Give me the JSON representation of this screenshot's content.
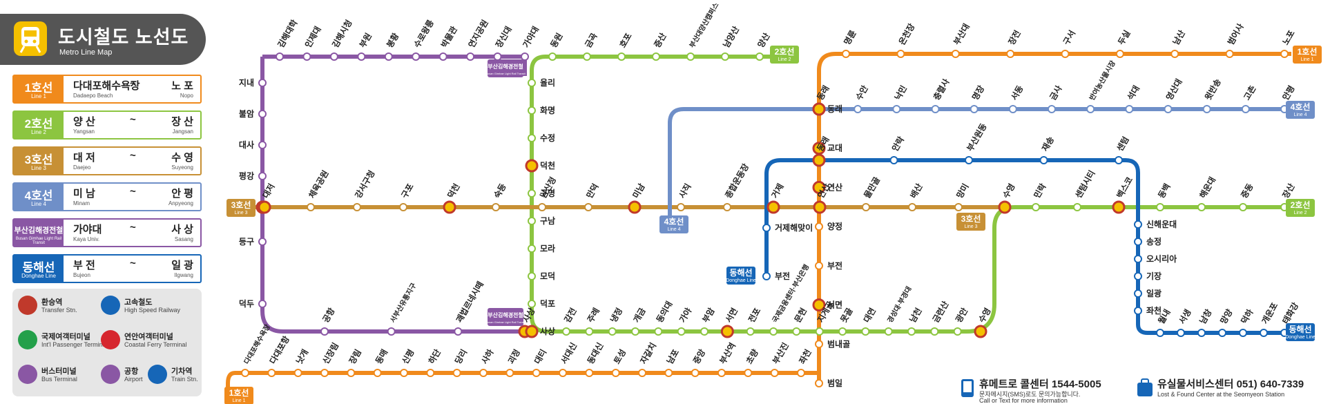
{
  "title": {
    "korean": "도시철도 노선도",
    "english": "Metro Line Map"
  },
  "colors": {
    "line1": "#f08a1c",
    "line2": "#8cc540",
    "line3": "#c79035",
    "line4": "#6f8fc8",
    "bgl": "#8a57a4",
    "donghae": "#1666b7",
    "grey": "#555555"
  },
  "legend": [
    {
      "tag": "1호선",
      "tag_en": "Line 1",
      "from": "다대포해수욕장",
      "from_en": "Dadaepo Beach",
      "to": "노 포",
      "to_en": "Nopo"
    },
    {
      "tag": "2호선",
      "tag_en": "Line 2",
      "from": "양 산",
      "from_en": "Yangsan",
      "to": "장 산",
      "to_en": "Jangsan"
    },
    {
      "tag": "3호선",
      "tag_en": "Line 3",
      "from": "대 저",
      "from_en": "Daejeo",
      "to": "수 영",
      "to_en": "Suyeong"
    },
    {
      "tag": "4호선",
      "tag_en": "Line 4",
      "from": "미 남",
      "from_en": "Minam",
      "to": "안 평",
      "to_en": "Anpyeong"
    },
    {
      "tag": "부산김해경전철",
      "tag_en": "Busan Gimhae Light Rail Transit",
      "from": "가야대",
      "from_en": "Kaya Univ.",
      "to": "사 상",
      "to_en": "Sasang"
    },
    {
      "tag": "동해선",
      "tag_en": "Donghae Line",
      "from": "부 전",
      "from_en": "Bujeon",
      "to": "일 광",
      "to_en": "Ilgwang"
    }
  ],
  "symbols": [
    {
      "label": "환승역",
      "label_en": "Transfer Stn.",
      "icon": "transfer-icon"
    },
    {
      "label": "고속철도",
      "label_en": "High Speed Railway",
      "icon": "ktx-srt-icon"
    },
    {
      "label": "국제여객터미널",
      "label_en": "Int'l Passenger Terminal",
      "icon": "ship-icon"
    },
    {
      "label": "연안여객터미널",
      "label_en": "Coastal Ferry Terminal",
      "icon": "ferry-icon"
    },
    {
      "label": "버스터미널",
      "label_en": "Bus Terminal",
      "icon": "bus-icon"
    },
    {
      "label": "공항",
      "label_en": "Airport",
      "icon": "airplane-icon"
    },
    {
      "label": "기차역",
      "label_en": "Train Stn.",
      "icon": "train-icon"
    }
  ],
  "line_tags": {
    "line3_west": {
      "ko": "3호선",
      "en": "Line 3"
    },
    "line2_top": {
      "ko": "2호선",
      "en": "Line 2"
    },
    "line1_top": {
      "ko": "1호선",
      "en": "Line 1"
    },
    "line4_east": {
      "ko": "4호선",
      "en": "Line 4"
    },
    "line2_east": {
      "ko": "2호선",
      "en": "Line 2"
    },
    "line4_mid": {
      "ko": "4호선",
      "en": "Line 4"
    },
    "line3_mid": {
      "ko": "3호선",
      "en": "Line 3"
    },
    "donghae_mid": {
      "ko": "동해선",
      "en": "Donghae Line"
    },
    "donghae_end": {
      "ko": "동해선",
      "en": "Donghae Line"
    },
    "line1_bottom": {
      "ko": "1호선",
      "en": "Line 1"
    },
    "bgl_1": {
      "ko": "부산김해경전철",
      "en": "Busan Gimhae Light Rail Transit"
    },
    "bgl_2": {
      "ko": "부산김해경전철",
      "en": "Busan Gimhae Light Rail Transit"
    }
  },
  "stations": {
    "bgl": [
      "김해대학",
      "인제대",
      "김해시청",
      "부원",
      "봉황",
      "수로왕릉",
      "박물관",
      "연지공원",
      "장신대",
      "가야대",
      "지내",
      "불암",
      "대사",
      "평강",
      "대저",
      "등구",
      "덕두",
      "공항",
      "서부산유통지구",
      "괘법르네시떼",
      "사상"
    ],
    "line1_top": [
      "명륜",
      "온천장",
      "부산대",
      "장전",
      "구서",
      "두실",
      "남산",
      "범어사",
      "노포"
    ],
    "line1_vertical": [
      "동래",
      "교대",
      "연산",
      "양정",
      "부전",
      "서면",
      "범내골",
      "범일"
    ],
    "line1_bottom": [
      "다대포해수욕장",
      "다대포항",
      "낫개",
      "신장림",
      "장림",
      "동매",
      "신평",
      "하단",
      "당리",
      "사하",
      "괴정",
      "대티",
      "서대신",
      "동대신",
      "토성",
      "자갈치",
      "남포",
      "중앙",
      "부산역",
      "초량",
      "부산진",
      "좌천"
    ],
    "line2_upper": [
      "동원",
      "금곡",
      "호포",
      "증산",
      "부산대양산캠퍼스",
      "남양산",
      "양산"
    ],
    "line2_west": [
      "율리",
      "화명",
      "수정",
      "덕천",
      "구명",
      "구남",
      "모라",
      "모덕",
      "덕포",
      "사상"
    ],
    "line2_bottom": [
      "감전",
      "주례",
      "냉정",
      "개금",
      "동의대",
      "가야",
      "부암",
      "서면",
      "전포",
      "국제금융센터·부산은행",
      "문현",
      "지게골",
      "못골",
      "대연",
      "경성대·부경대",
      "남천",
      "금련산",
      "광안",
      "수영"
    ],
    "line2_east": [
      "민락",
      "센텀시티",
      "벡스코",
      "동백",
      "해운대",
      "중동",
      "장산"
    ],
    "line3": [
      "대저",
      "체육공원",
      "강서구청",
      "구포",
      "덕천",
      "숙등",
      "남산정",
      "만덕",
      "미남",
      "사직",
      "종합운동장",
      "거제",
      "연산",
      "물만골",
      "배산",
      "망미",
      "수영"
    ],
    "line4": [
      "동래",
      "수안",
      "낙민",
      "충렬사",
      "명장",
      "서동",
      "금사",
      "반여농산물시장",
      "석대",
      "영산대",
      "윗반송",
      "고촌",
      "안평"
    ],
    "donghae_upper": [
      "동래",
      "안락",
      "부산원동",
      "재송",
      "센텀"
    ],
    "donghae_vertical": [
      "거제해맞이",
      "부전"
    ],
    "donghae_branch": [
      "신해운대",
      "송정",
      "오시리아",
      "기장",
      "일광",
      "좌천"
    ],
    "donghae_bottom": [
      "월내",
      "서생",
      "남창",
      "망양",
      "덕하",
      "개운포",
      "태화강"
    ]
  },
  "footer": {
    "call_center": "휴메트로 콜센터 1544-5005",
    "call_center_sub": "문자메시지(SMS)로도 문의가능합니다.",
    "call_center_en": "Call or Text for more information",
    "lost_found": "유실물서비스센터 051) 640-7339",
    "lost_found_en": "Lost & Found Center at the Seomyeon Station"
  }
}
